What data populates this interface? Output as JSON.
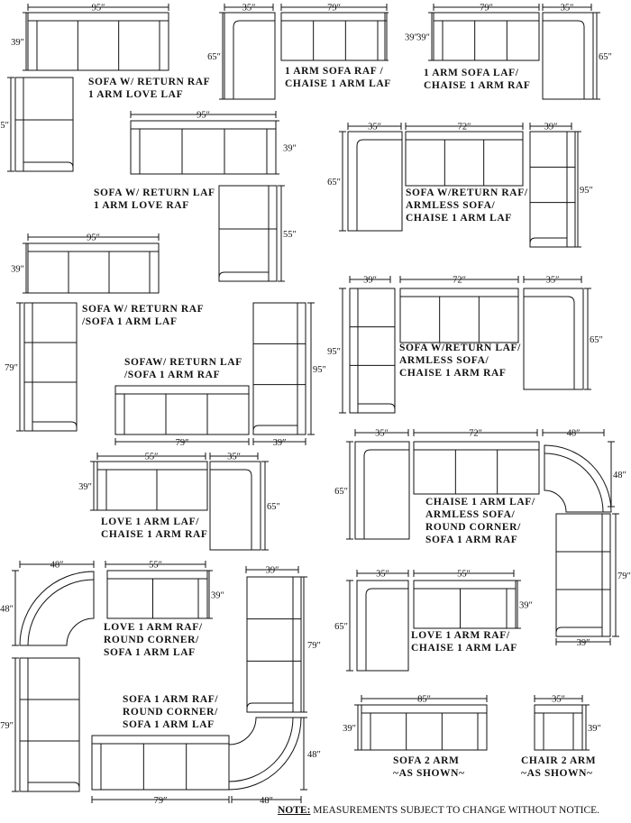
{
  "dims": {
    "d35": "35″",
    "d39": "39″",
    "d48": "48″",
    "d55": "55″",
    "d65": "65″",
    "d72": "72″",
    "d79": "79″",
    "d85": "85″",
    "d95": "95″"
  },
  "labels": {
    "g1": [
      "SOFA W/ RETURN RAF",
      "1 ARM LOVE LAF"
    ],
    "g2": [
      "1 ARM SOFA RAF /",
      "CHAISE 1 ARM  LAF"
    ],
    "g3": [
      "1 ARM SOFA LAF/",
      "CHAISE 1 ARM   RAF"
    ],
    "g4": [
      "SOFA  W/ RETURN LAF",
      "1 ARM LOVE RAF"
    ],
    "g5": [
      "SOFA W/RETURN RAF/",
      "ARMLESS SOFA/",
      "CHAISE 1 ARM LAF"
    ],
    "g6": [
      "SOFA W/ RETURN RAF",
      "/SOFA 1 ARM LAF"
    ],
    "g7": [
      "SOFAW/ RETURN LAF",
      "/SOFA 1 ARM RAF"
    ],
    "g8": [
      "SOFA W/RETURN LAF/",
      "ARMLESS SOFA/",
      "CHAISE 1 ARM RAF"
    ],
    "g9": [
      "LOVE 1 ARM LAF/",
      "CHAISE 1 ARM RAF"
    ],
    "g10": [
      "CHAISE 1 ARM LAF/",
      "ARMLESS SOFA/",
      "ROUND CORNER/",
      "SOFA 1 ARM RAF"
    ],
    "g11": [
      "LOVE 1 ARM RAF/",
      "ROUND CORNER/",
      "SOFA 1 ARM LAF"
    ],
    "g12": [
      "SOFA 1 ARM RAF/",
      "ROUND CORNER/",
      "SOFA 1 ARM LAF"
    ],
    "g13": [
      "LOVE 1 ARM RAF/",
      "CHAISE 1 ARM LAF"
    ],
    "g14": [
      "SOFA 2 ARM",
      "~AS SHOWN~"
    ],
    "g15": [
      "CHAIR 2 ARM",
      "~AS SHOWN~"
    ]
  },
  "note": {
    "prefix": "NOTE:",
    "text": " MEASUREMENTS SUBJECT TO CHANGE WITHOUT NOTICE."
  }
}
